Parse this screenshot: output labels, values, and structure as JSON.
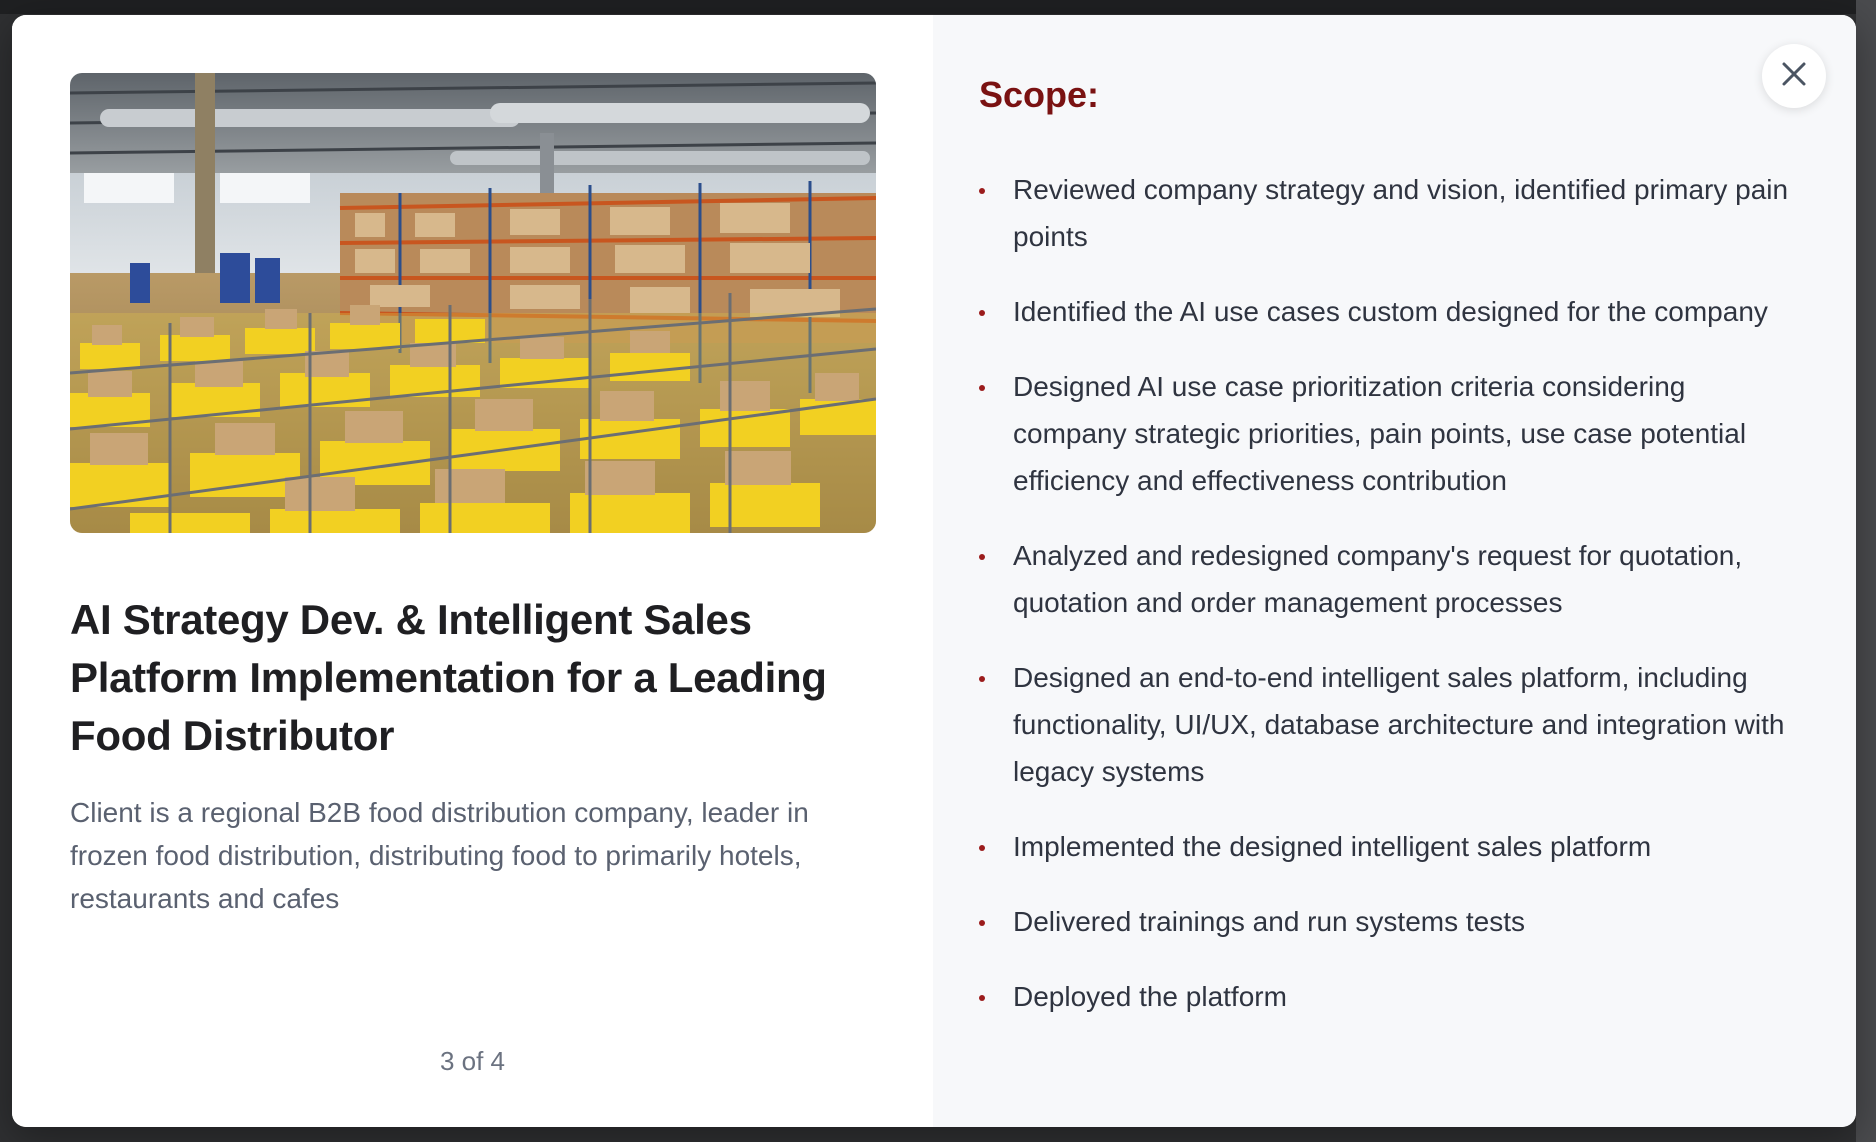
{
  "case_study": {
    "image_alt": "warehouse-photo",
    "title": "AI Strategy Dev. & Intelligent Sales Platform Implementation for a Leading Food Distributor",
    "description": "Client is a regional B2B food distribution company, leader in frozen food distribution, distributing food to primarily hotels, restaurants and cafes",
    "pager": "3 of 4"
  },
  "scope": {
    "heading": "Scope:",
    "items": [
      "Reviewed company strategy and vision, identified primary pain points",
      "Identified the AI use cases custom designed for the company",
      "Designed AI use case prioritization criteria considering company strategic priorities, pain points, use case potential efficiency and effectiveness contribution",
      "Analyzed and redesigned company's request for quotation, quotation and order management processes",
      "Designed an end-to-end intelligent sales platform, including functionality, UI/UX, database architecture and integration with legacy systems",
      "Implemented the designed intelligent sales platform",
      "Delivered trainings and run systems tests",
      "Deployed the platform"
    ]
  },
  "close_button": {
    "icon": "close-icon"
  },
  "colors": {
    "scope_heading": "#7a1212",
    "bullet": "#9b1c1c",
    "title": "#1f1f22",
    "body_text": "#5a6170",
    "right_pane_bg": "#f7f8fa"
  }
}
